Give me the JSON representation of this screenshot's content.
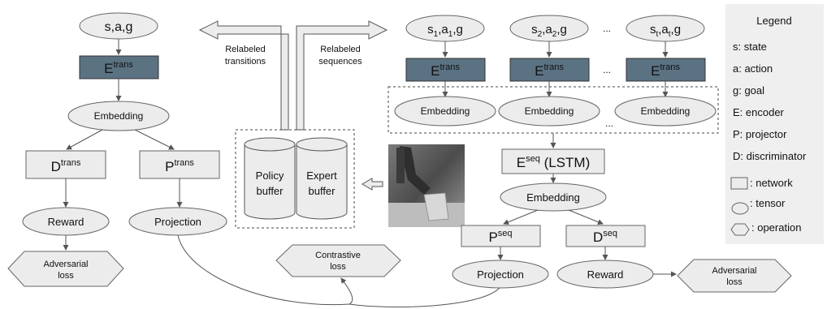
{
  "left_pipeline": {
    "input": "s,a,g",
    "encoder": {
      "base": "E",
      "sup": "trans"
    },
    "embedding": "Embedding",
    "discriminator": {
      "base": "D",
      "sup": "trans"
    },
    "projector": {
      "base": "P",
      "sup": "trans"
    },
    "reward": "Reward",
    "projection": "Projection",
    "adversarial_loss_line1": "Adversarial",
    "adversarial_loss_line2": "loss"
  },
  "relabel": {
    "transitions_line1": "Relabeled",
    "transitions_line2": "transitions",
    "sequences_line1": "Relabeled",
    "sequences_line2": "sequences"
  },
  "buffers": {
    "policy_line1": "Policy",
    "policy_line2": "buffer",
    "expert_line1": "Expert",
    "expert_line2": "buffer"
  },
  "contrastive_loss_line1": "Contrastive",
  "contrastive_loss_line2": "loss",
  "right_pipeline": {
    "inputs": [
      {
        "s": "s",
        "a": "a",
        "sub": "1",
        "g": "g"
      },
      {
        "s": "s",
        "a": "a",
        "sub": "2",
        "g": "g"
      },
      {
        "s": "s",
        "a": "a",
        "sub": "t",
        "g": "g"
      }
    ],
    "ellipsis": "...",
    "encoder": {
      "base": "E",
      "sup": "trans"
    },
    "embedding": "Embedding",
    "seq_encoder": {
      "base": "E",
      "sup": "seq",
      "suffix": " (LSTM)"
    },
    "seq_embedding": "Embedding",
    "seq_projector": {
      "base": "P",
      "sup": "seq"
    },
    "seq_discriminator": {
      "base": "D",
      "sup": "seq"
    },
    "projection": "Projection",
    "reward": "Reward",
    "adversarial_loss_line1": "Adversarial",
    "adversarial_loss_line2": "loss"
  },
  "legend": {
    "title": "Legend",
    "items": [
      "s: state",
      "a: action",
      "g: goal",
      "E: encoder",
      "P: projector",
      "D: discriminator"
    ],
    "network": ": network",
    "tensor": ": tensor",
    "operation": ": operation"
  },
  "colors": {
    "encoder_fill": "#5b7283",
    "shape_fill": "#ececec",
    "legend_bg": "#efefef"
  }
}
